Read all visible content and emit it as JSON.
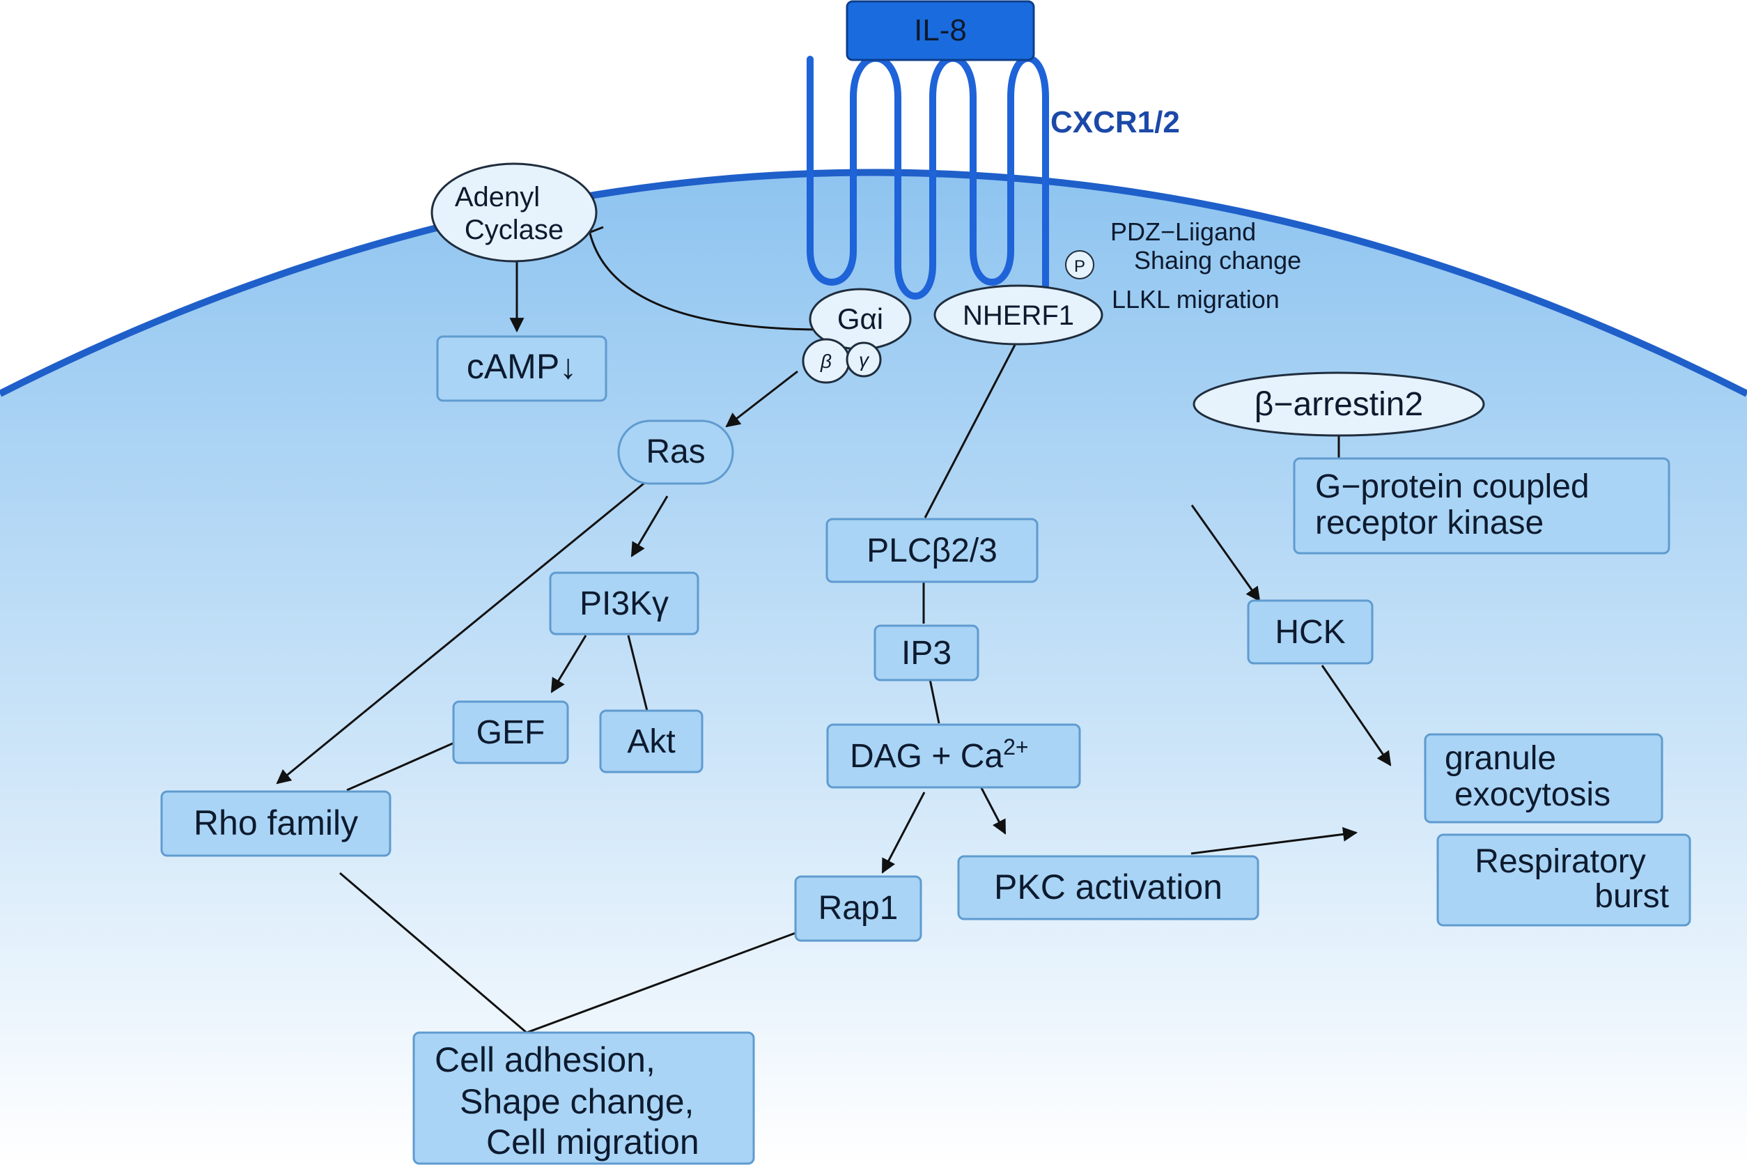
{
  "colors": {
    "membrane": "#1f5fc9",
    "receptor": "#1f63d8",
    "ligand_fill": "#1a6cde",
    "box_fill": "#a9d4f5",
    "box_stroke": "#5f9bd0",
    "cytoplasm_top": "#8ec4f0",
    "cytoplasm_bottom": "#ffffff"
  },
  "ligand": {
    "label": "IL-8"
  },
  "receptor": {
    "label": "CXCR1/2"
  },
  "annotations": {
    "line1": "PDZ−Liigand",
    "line2": "Shaing change",
    "line3": "LLKL migration",
    "phospho": "P"
  },
  "ellipses": {
    "adenyl_cyclase": {
      "line1": "Adenyl",
      "line2": "Cyclase"
    },
    "g_alpha_i": {
      "label": "Gαi"
    },
    "beta": {
      "label": "β"
    },
    "gamma": {
      "label": "γ"
    },
    "nherf1": {
      "label": "NHERF1"
    },
    "beta_arrestin2": {
      "label": "β−arrestin2"
    }
  },
  "nodes": {
    "camp": {
      "label": "cAMP↓"
    },
    "ras": {
      "label": "Ras"
    },
    "pi3k": {
      "label": "PI3Kγ"
    },
    "gef": {
      "label": "GEF"
    },
    "akt": {
      "label": "Akt"
    },
    "rho": {
      "label": "Rho family"
    },
    "plc": {
      "label": "PLCβ2/3"
    },
    "ip3": {
      "label": "IP3"
    },
    "dag": {
      "label_main": "DAG + Ca",
      "label_sup": "2+"
    },
    "rap1": {
      "label": "Rap1"
    },
    "pkc": {
      "label": "PKC activation"
    },
    "grk": {
      "line1": "G−protein coupled",
      "line2": "receptor kinase"
    },
    "hck": {
      "label": "HCK"
    },
    "granule": {
      "line1": "granule",
      "line2": "exocytosis"
    },
    "resp": {
      "line1": "Respiratory",
      "line2": "burst"
    },
    "cell": {
      "line1": "Cell adhesion,",
      "line2": "Shape change,",
      "line3": "Cell migration"
    }
  }
}
